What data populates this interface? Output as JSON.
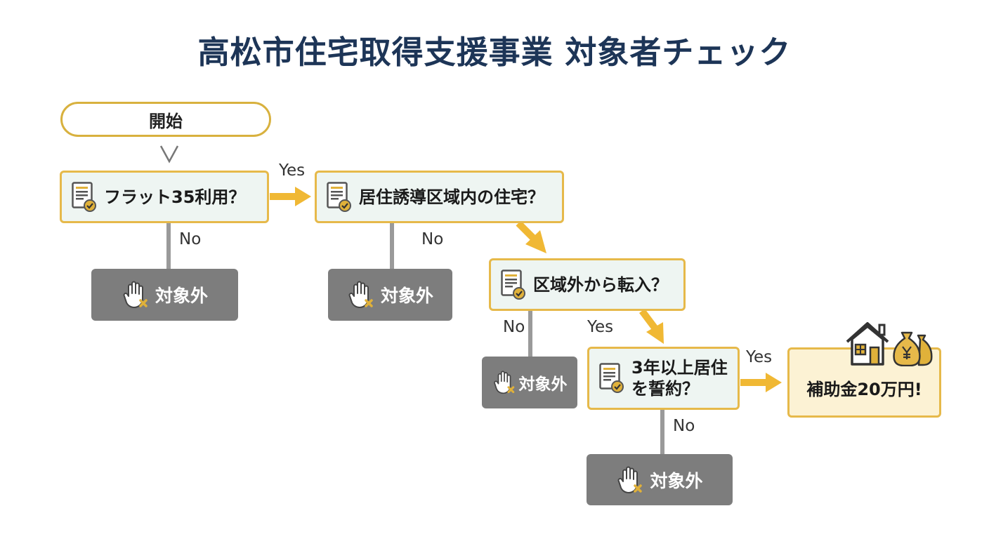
{
  "title": "高松市住宅取得支援事業 対象者チェック",
  "start": {
    "label": "開始"
  },
  "questions": [
    {
      "label": "フラット35利用？"
    },
    {
      "label": "居住誘導区域内の住宅？"
    },
    {
      "label": "区域外から転入？"
    },
    {
      "line1": "3年以上居住",
      "line2": "を誓約？"
    }
  ],
  "not_eligible_label": "対象外",
  "edge_labels": {
    "yes": "Yes",
    "no": "No"
  },
  "result": {
    "label": "補助金20万円!"
  },
  "icons": {
    "question": "document-check-icon",
    "not_eligible": "hand-stop-icon",
    "result": [
      "house-icon",
      "money-bag-yen-icon"
    ]
  },
  "colors": {
    "accent": "#e6b94a",
    "title": "#1d3557",
    "node_bg": "#eef5f2",
    "excluded": "#7d7d7d",
    "result_bg": "#fcf2d4"
  }
}
